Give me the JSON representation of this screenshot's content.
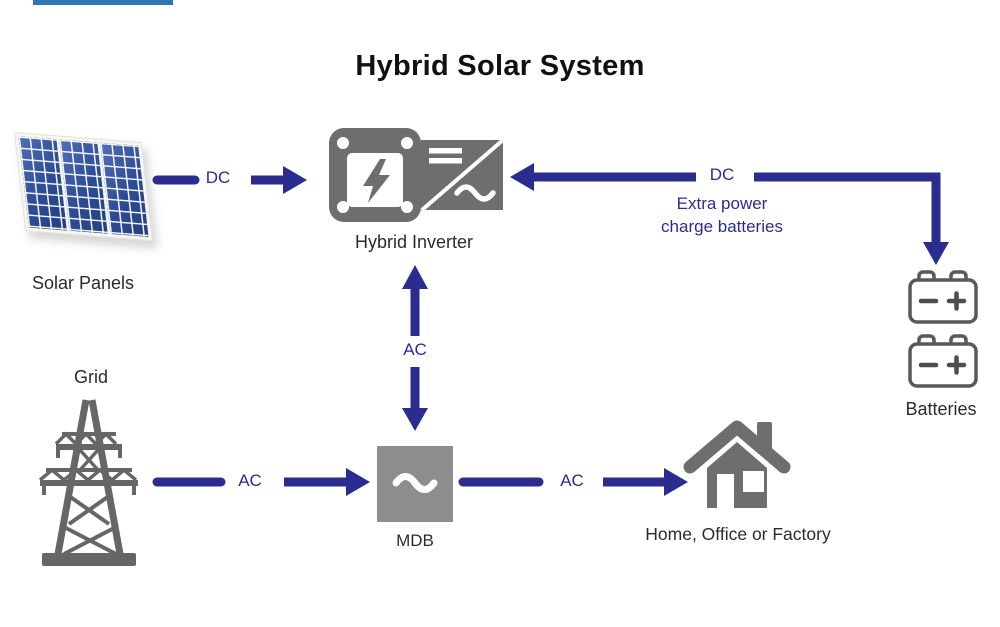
{
  "title": "Hybrid Solar System",
  "colors": {
    "accent_bar": "#2e75b6",
    "flow_navy": "#2a2d8f",
    "icon_gray": "#6e6e6e",
    "tower_gray": "#666666",
    "mdb_gray": "#8d8d8d",
    "battery_outline": "#58595b",
    "battery_symbol": "#4d4d4f",
    "title_text": "#111111",
    "label_text": "#2b2b2b",
    "panel_blue": "#2e4a94"
  },
  "nodes": {
    "solar_panels": {
      "label": "Solar Panels"
    },
    "hybrid_inverter": {
      "label": "Hybrid Inverter"
    },
    "batteries": {
      "label": "Batteries"
    },
    "grid": {
      "label": "Grid"
    },
    "mdb": {
      "label": "MDB"
    },
    "home": {
      "label": "Home, Office or Factory"
    }
  },
  "flows": {
    "solar_to_inverter": {
      "label": "DC"
    },
    "battery_to_inverter": {
      "label": "DC",
      "note_lines": [
        "Extra power",
        "charge batteries"
      ]
    },
    "inverter_to_mdb": {
      "label": "AC"
    },
    "grid_to_mdb": {
      "label": "AC"
    },
    "mdb_to_home": {
      "label": "AC"
    }
  }
}
